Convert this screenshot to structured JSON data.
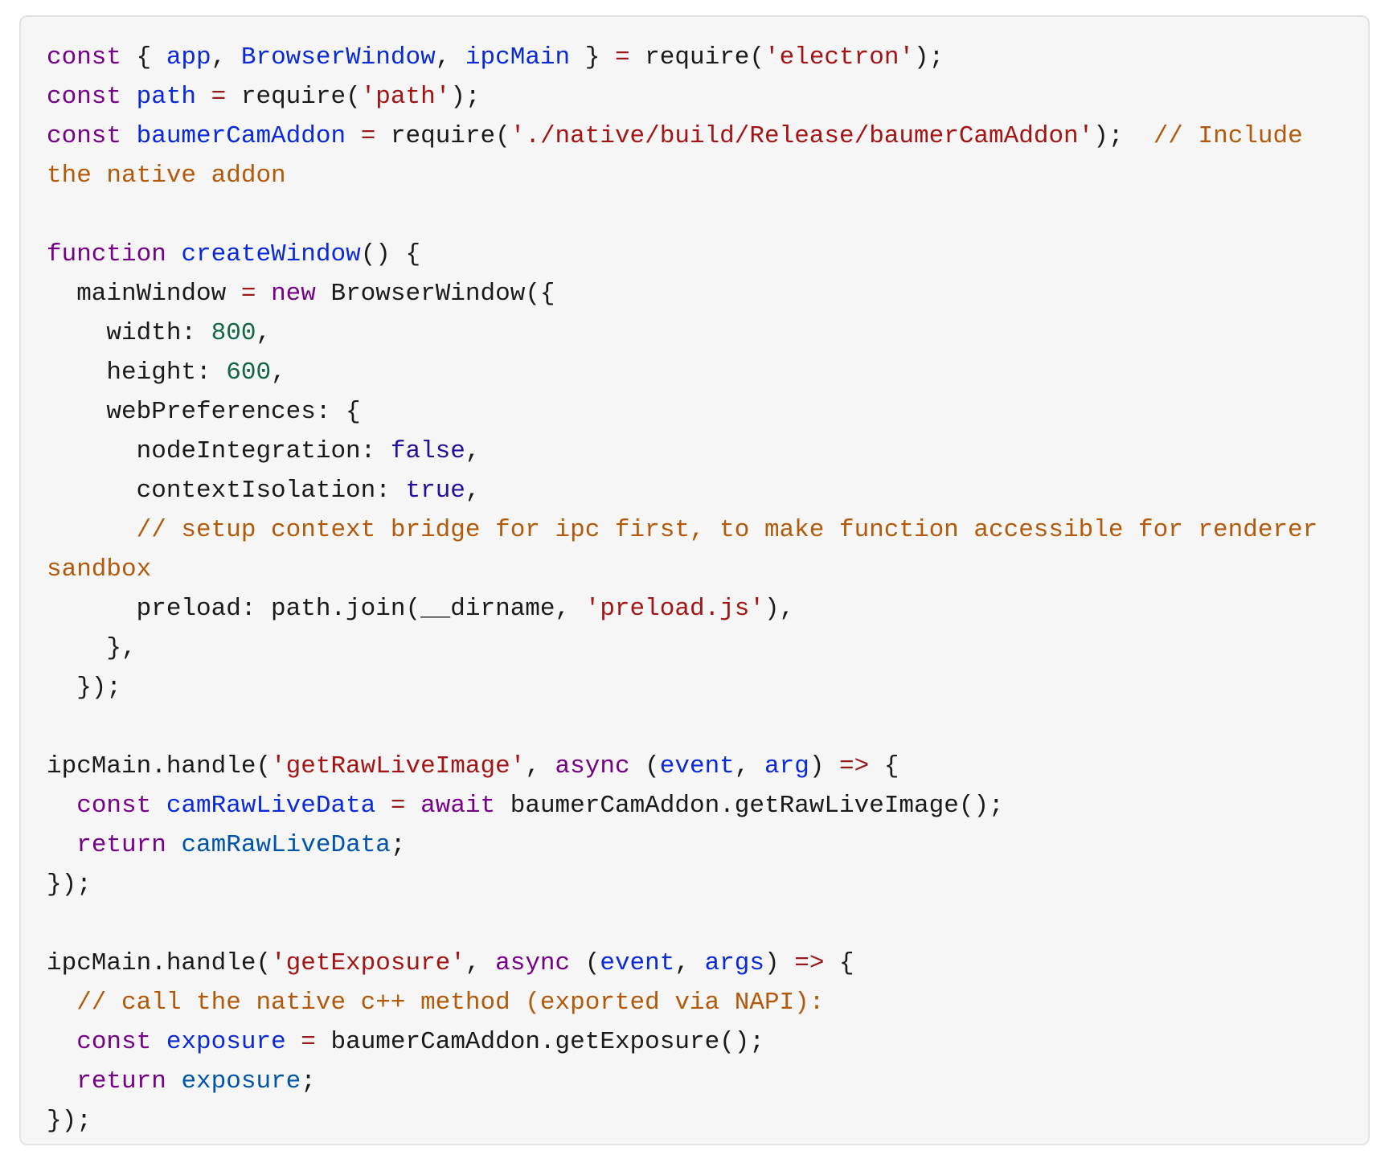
{
  "code": {
    "lines": [
      [
        {
          "t": "const",
          "c": "k"
        },
        {
          "t": " { ",
          "c": ""
        },
        {
          "t": "app",
          "c": "v"
        },
        {
          "t": ", ",
          "c": ""
        },
        {
          "t": "BrowserWindow",
          "c": "v"
        },
        {
          "t": ", ",
          "c": ""
        },
        {
          "t": "ipcMain",
          "c": "v"
        },
        {
          "t": " } ",
          "c": ""
        },
        {
          "t": "=",
          "c": "o"
        },
        {
          "t": " require(",
          "c": ""
        },
        {
          "t": "'electron'",
          "c": "s"
        },
        {
          "t": ");",
          "c": ""
        }
      ],
      [
        {
          "t": "const",
          "c": "k"
        },
        {
          "t": " ",
          "c": ""
        },
        {
          "t": "path",
          "c": "v"
        },
        {
          "t": " ",
          "c": ""
        },
        {
          "t": "=",
          "c": "o"
        },
        {
          "t": " require(",
          "c": ""
        },
        {
          "t": "'path'",
          "c": "s"
        },
        {
          "t": ");",
          "c": ""
        }
      ],
      [
        {
          "t": "const",
          "c": "k"
        },
        {
          "t": " ",
          "c": ""
        },
        {
          "t": "baumerCamAddon",
          "c": "v"
        },
        {
          "t": " ",
          "c": ""
        },
        {
          "t": "=",
          "c": "o"
        },
        {
          "t": " require(",
          "c": ""
        },
        {
          "t": "'./native/build/Release/baumerCamAddon'",
          "c": "s"
        },
        {
          "t": ");  ",
          "c": ""
        },
        {
          "t": "// Include",
          "c": "c"
        }
      ],
      [
        {
          "t": "the native addon",
          "c": "c"
        }
      ],
      [],
      [
        {
          "t": "function",
          "c": "k"
        },
        {
          "t": " ",
          "c": ""
        },
        {
          "t": "createWindow",
          "c": "v"
        },
        {
          "t": "() {",
          "c": ""
        }
      ],
      [
        {
          "t": "  mainWindow ",
          "c": ""
        },
        {
          "t": "=",
          "c": "o"
        },
        {
          "t": " ",
          "c": ""
        },
        {
          "t": "new",
          "c": "k"
        },
        {
          "t": " BrowserWindow({",
          "c": ""
        }
      ],
      [
        {
          "t": "    width: ",
          "c": ""
        },
        {
          "t": "800",
          "c": "n"
        },
        {
          "t": ",",
          "c": ""
        }
      ],
      [
        {
          "t": "    height: ",
          "c": ""
        },
        {
          "t": "600",
          "c": "n"
        },
        {
          "t": ",",
          "c": ""
        }
      ],
      [
        {
          "t": "    webPreferences: {",
          "c": ""
        }
      ],
      [
        {
          "t": "      nodeIntegration: ",
          "c": ""
        },
        {
          "t": "false",
          "c": "a"
        },
        {
          "t": ",",
          "c": ""
        }
      ],
      [
        {
          "t": "      contextIsolation: ",
          "c": ""
        },
        {
          "t": "true",
          "c": "a"
        },
        {
          "t": ",",
          "c": ""
        }
      ],
      [
        {
          "t": "      // setup context bridge for ipc first, to make function accessible for renderer",
          "c": "c"
        }
      ],
      [
        {
          "t": "sandbox",
          "c": "c"
        }
      ],
      [
        {
          "t": "      preload: path.join(__dirname, ",
          "c": ""
        },
        {
          "t": "'preload.js'",
          "c": "s"
        },
        {
          "t": "),",
          "c": ""
        }
      ],
      [
        {
          "t": "    },",
          "c": ""
        }
      ],
      [
        {
          "t": "  });",
          "c": ""
        }
      ],
      [],
      [
        {
          "t": "ipcMain.handle(",
          "c": ""
        },
        {
          "t": "'getRawLiveImage'",
          "c": "s"
        },
        {
          "t": ", ",
          "c": ""
        },
        {
          "t": "async",
          "c": "k"
        },
        {
          "t": " (",
          "c": ""
        },
        {
          "t": "event",
          "c": "v"
        },
        {
          "t": ", ",
          "c": ""
        },
        {
          "t": "arg",
          "c": "v"
        },
        {
          "t": ") ",
          "c": ""
        },
        {
          "t": "=>",
          "c": "o"
        },
        {
          "t": " {",
          "c": ""
        }
      ],
      [
        {
          "t": "  ",
          "c": ""
        },
        {
          "t": "const",
          "c": "k"
        },
        {
          "t": " ",
          "c": ""
        },
        {
          "t": "camRawLiveData",
          "c": "v"
        },
        {
          "t": " ",
          "c": ""
        },
        {
          "t": "=",
          "c": "o"
        },
        {
          "t": " ",
          "c": ""
        },
        {
          "t": "await",
          "c": "k"
        },
        {
          "t": " baumerCamAddon.getRawLiveImage();",
          "c": ""
        }
      ],
      [
        {
          "t": "  ",
          "c": ""
        },
        {
          "t": "return",
          "c": "k"
        },
        {
          "t": " ",
          "c": ""
        },
        {
          "t": "camRawLiveData",
          "c": "d"
        },
        {
          "t": ";",
          "c": ""
        }
      ],
      [
        {
          "t": "});",
          "c": ""
        }
      ],
      [],
      [
        {
          "t": "ipcMain.handle(",
          "c": ""
        },
        {
          "t": "'getExposure'",
          "c": "s"
        },
        {
          "t": ", ",
          "c": ""
        },
        {
          "t": "async",
          "c": "k"
        },
        {
          "t": " (",
          "c": ""
        },
        {
          "t": "event",
          "c": "v"
        },
        {
          "t": ", ",
          "c": ""
        },
        {
          "t": "args",
          "c": "v"
        },
        {
          "t": ") ",
          "c": ""
        },
        {
          "t": "=>",
          "c": "o"
        },
        {
          "t": " {",
          "c": ""
        }
      ],
      [
        {
          "t": "  // call the native c++ method (exported via NAPI):",
          "c": "c"
        }
      ],
      [
        {
          "t": "  ",
          "c": ""
        },
        {
          "t": "const",
          "c": "k"
        },
        {
          "t": " ",
          "c": ""
        },
        {
          "t": "exposure",
          "c": "v"
        },
        {
          "t": " ",
          "c": ""
        },
        {
          "t": "=",
          "c": "o"
        },
        {
          "t": " baumerCamAddon.getExposure();",
          "c": ""
        }
      ],
      [
        {
          "t": "  ",
          "c": ""
        },
        {
          "t": "return",
          "c": "k"
        },
        {
          "t": " ",
          "c": ""
        },
        {
          "t": "exposure",
          "c": "d"
        },
        {
          "t": ";",
          "c": ""
        }
      ],
      [
        {
          "t": "});",
          "c": ""
        }
      ]
    ]
  }
}
